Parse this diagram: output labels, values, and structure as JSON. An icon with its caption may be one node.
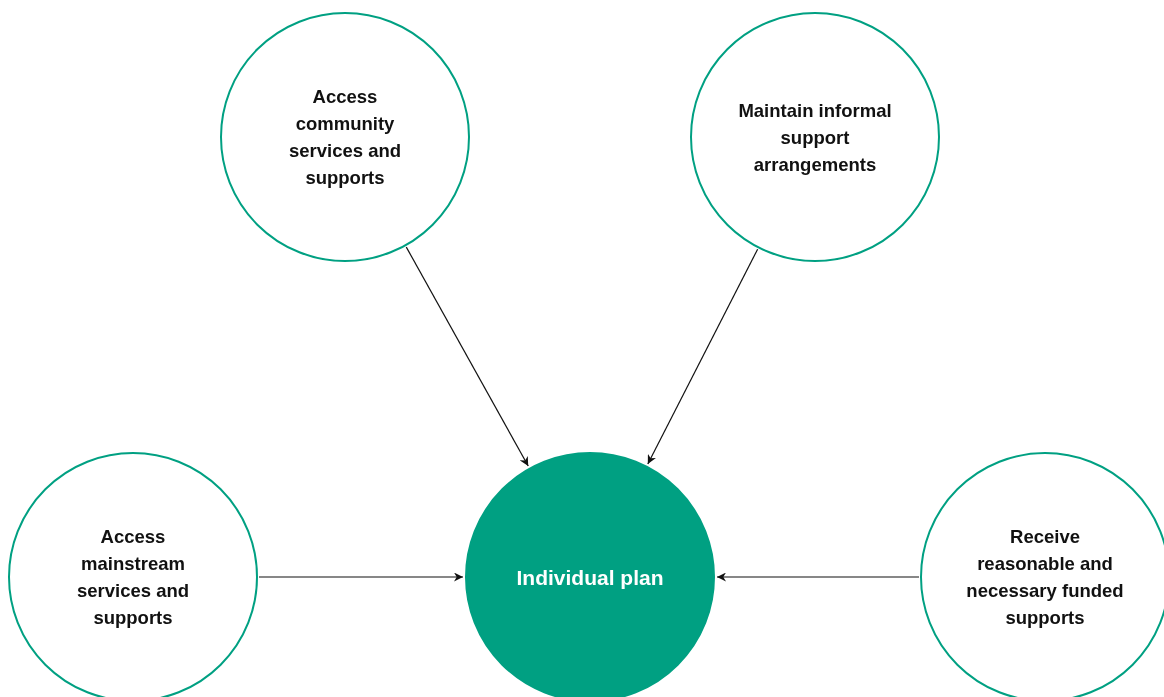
{
  "diagram": {
    "nodes": [
      {
        "text": [
          "Access community services and supports"
        ]
      },
      {
        "text": [
          "Maintain informal support arrangements"
        ]
      },
      {
        "text": [
          "Access mainstream services and supports"
        ]
      },
      {
        "text": [
          "Individual plan"
        ]
      },
      {
        "text": [
          "Receive reasonable and necessary funded supports"
        ]
      }
    ],
    "edges": [
      {
        "from": 0,
        "to": 3,
        "arrow": "to"
      },
      {
        "from": 1,
        "to": 3,
        "arrow": "to"
      },
      {
        "from": 2,
        "to": 3,
        "arrow": "to"
      },
      {
        "from": 4,
        "to": 3,
        "arrow": "to"
      }
    ]
  }
}
